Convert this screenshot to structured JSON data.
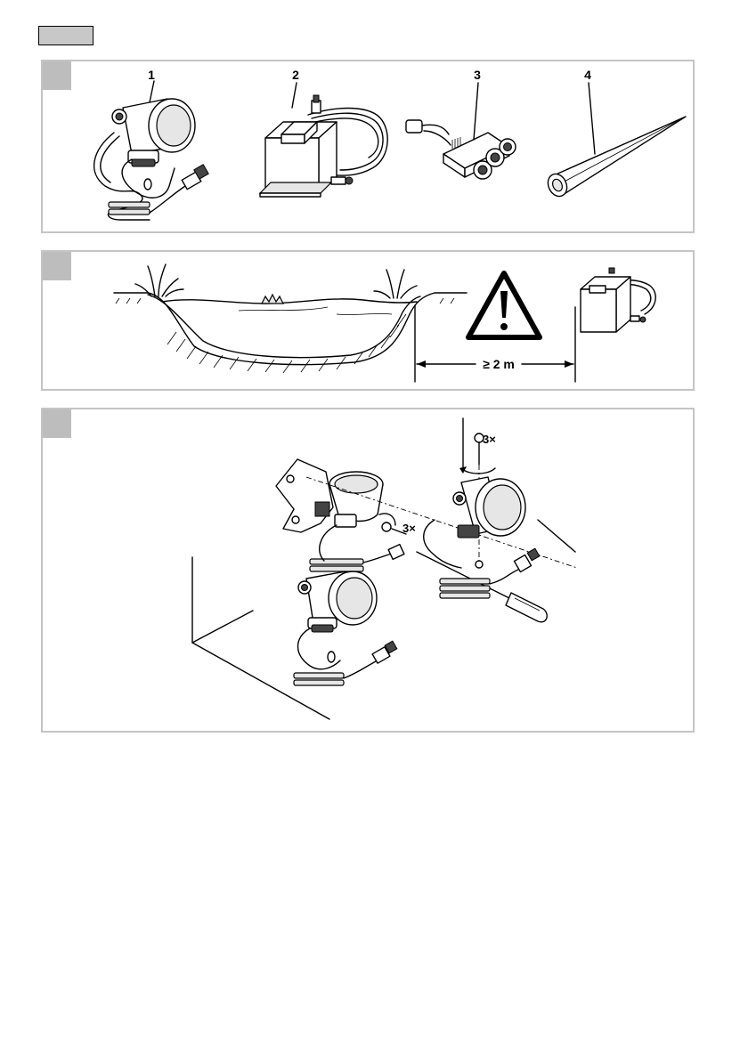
{
  "parts": {
    "part1": "1",
    "part2": "2",
    "part3": "3",
    "part4": "4"
  },
  "distance": {
    "label": "≥ 2 m"
  },
  "assembly": {
    "screw_count_top": "3×",
    "screw_count_side": "3×"
  },
  "colors": {
    "panel_border": "#c4c4c4",
    "tab_fill": "#bdbdbd",
    "lang_box_fill": "#c8c8c8"
  }
}
